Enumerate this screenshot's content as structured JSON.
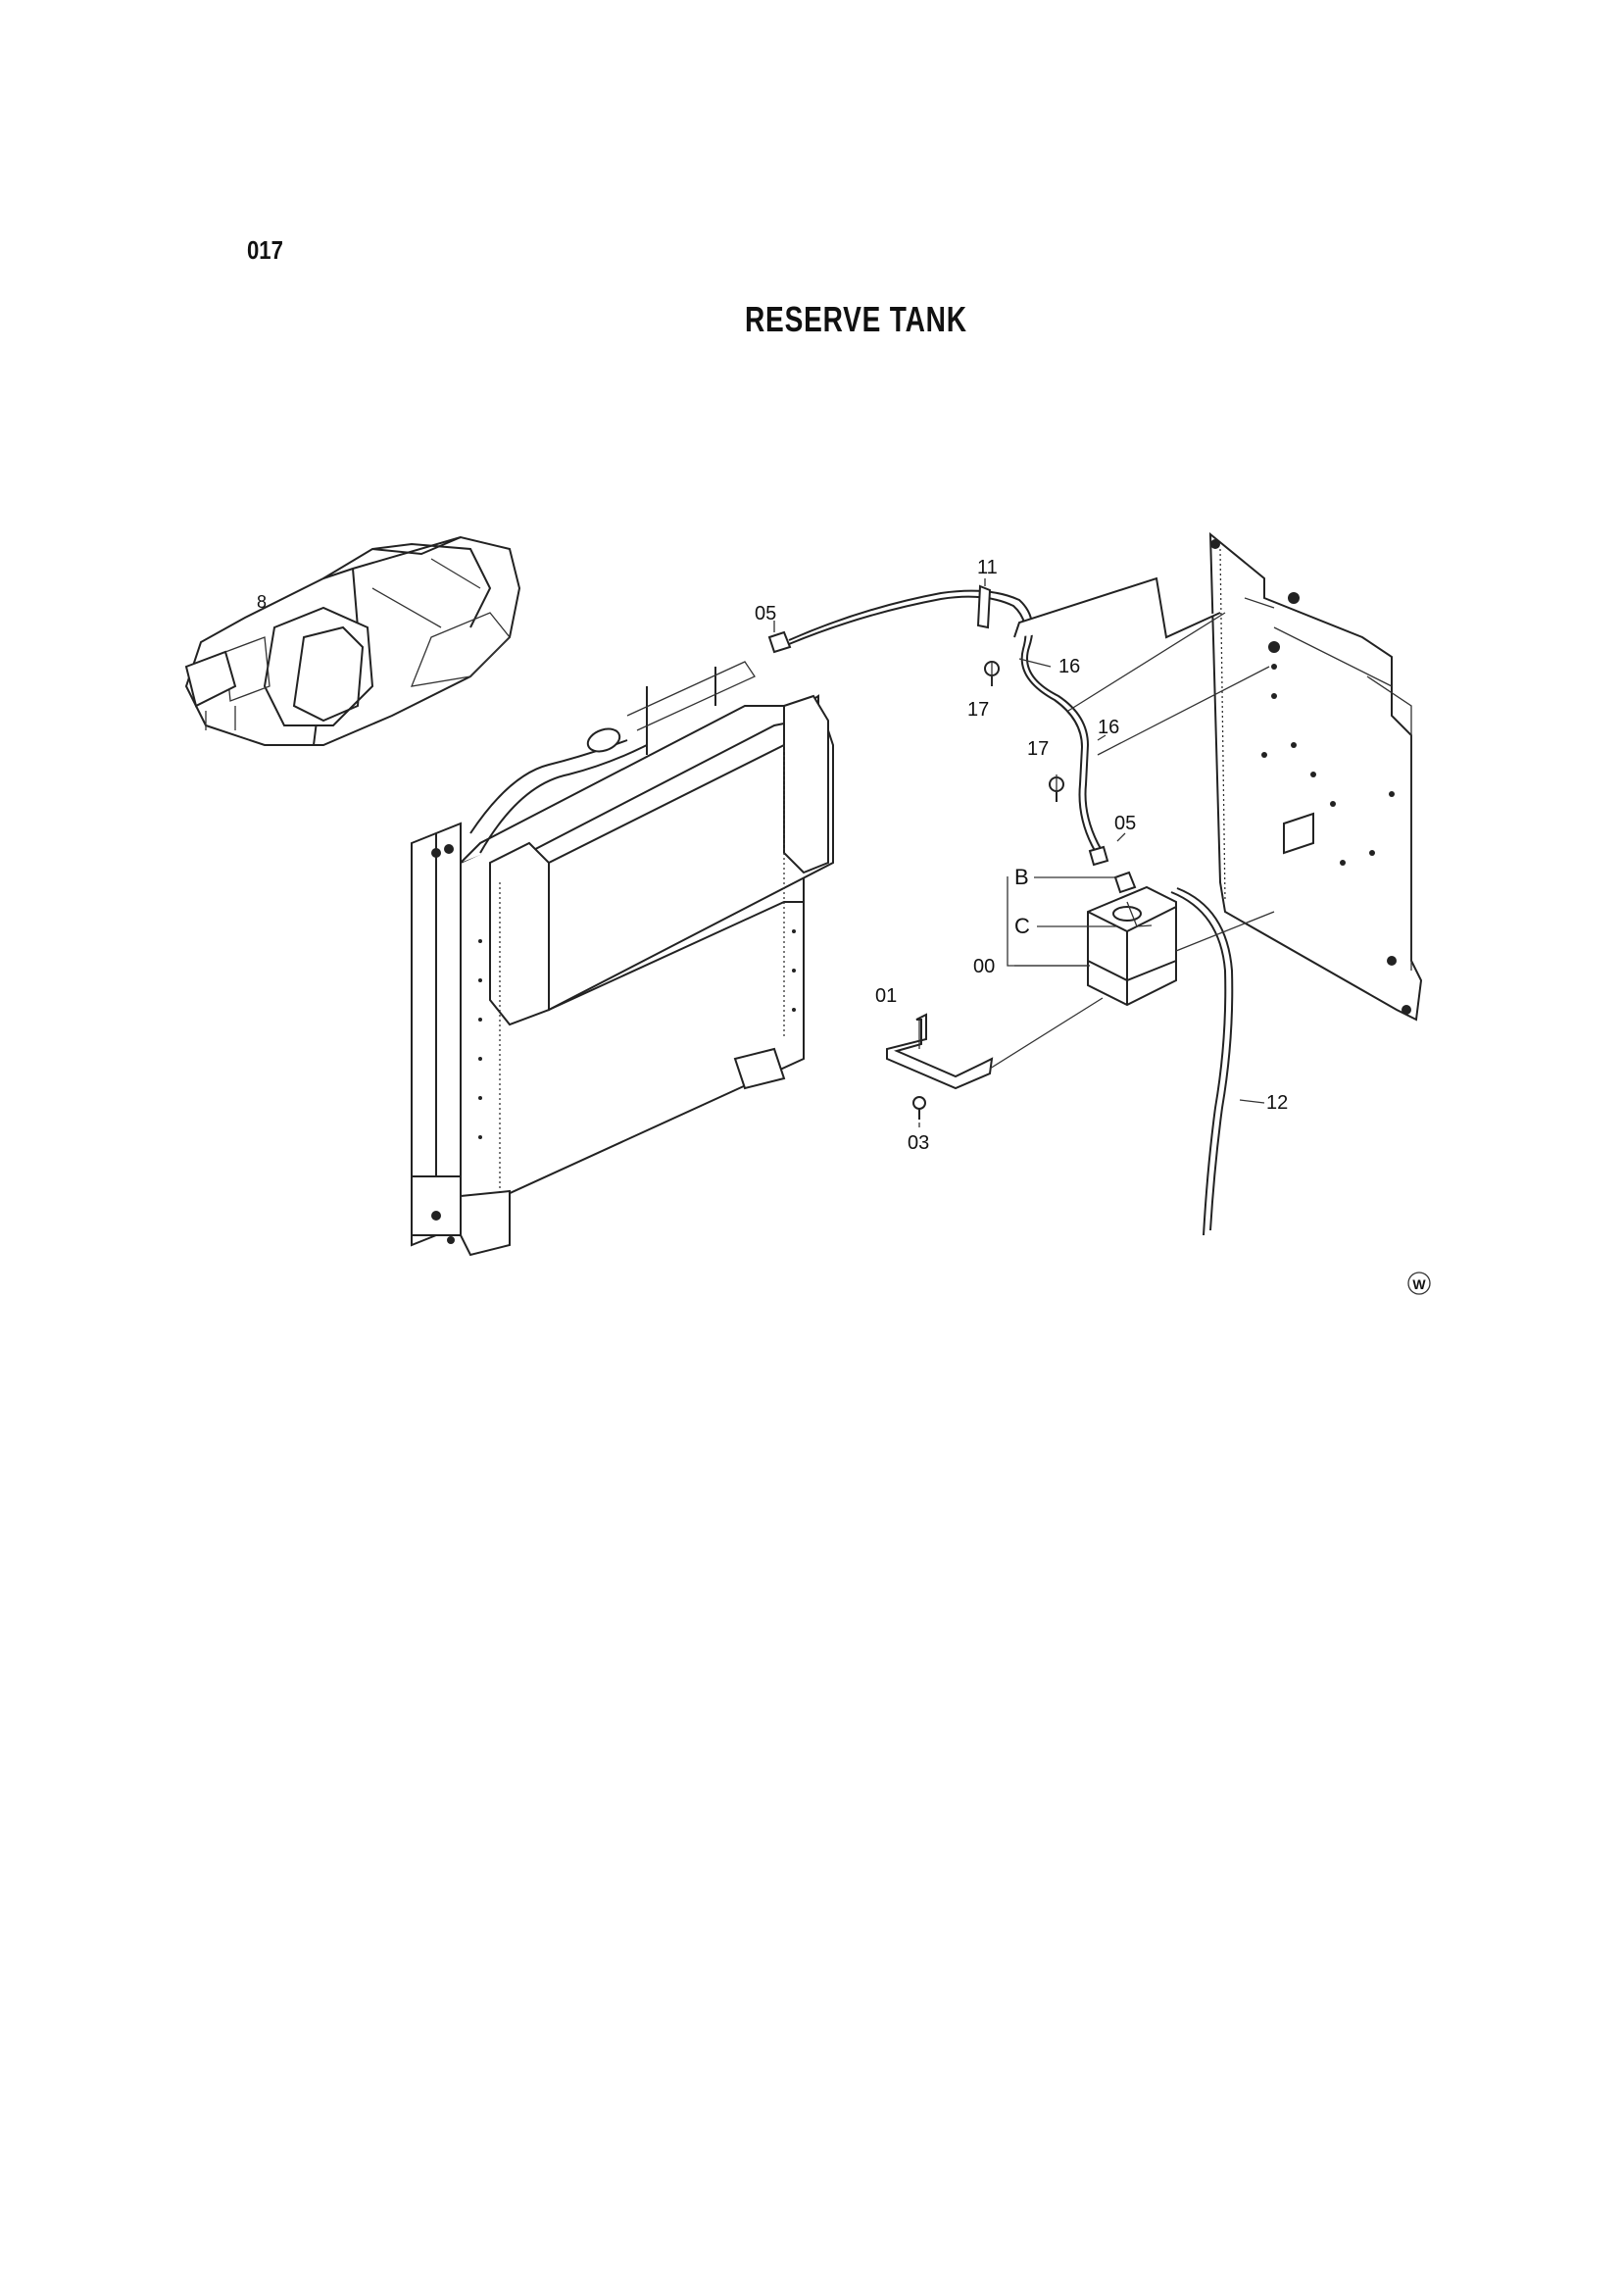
{
  "header": {
    "page_code": "017",
    "title": "RESERVE TANK"
  },
  "callouts": {
    "c05_top": "05",
    "c11": "11",
    "c16_top": "16",
    "c17_top": "17",
    "c17_mid": "17",
    "c16_mid": "16",
    "c05_mid": "05",
    "cB": "B",
    "cC": "C",
    "c00": "00",
    "c01": "01",
    "c03": "03",
    "c12": "12"
  },
  "corner_mark": "W"
}
